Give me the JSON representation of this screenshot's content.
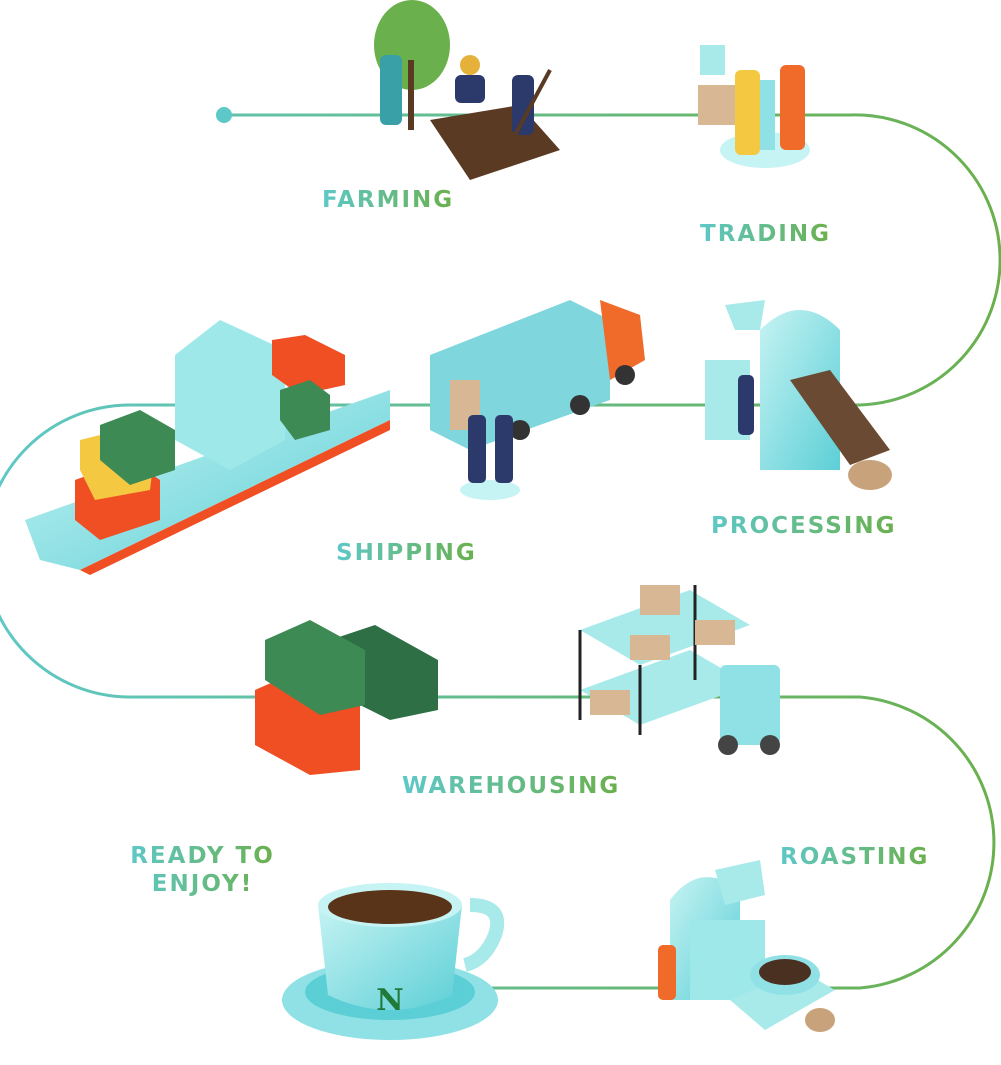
{
  "steps": [
    {
      "label": "FARMING"
    },
    {
      "label": "TRADING"
    },
    {
      "label": "PROCESSING"
    },
    {
      "label": "SHIPPING"
    },
    {
      "label": "WAREHOUSING"
    },
    {
      "label": "ROASTING"
    },
    {
      "label": "READY TO ENJOY!"
    }
  ],
  "colors": {
    "teal": "#5ec8c8",
    "green": "#6ab04c",
    "container_red": "#f04e23",
    "container_green": "#3d8a55",
    "aqua": "#a8eaea"
  }
}
